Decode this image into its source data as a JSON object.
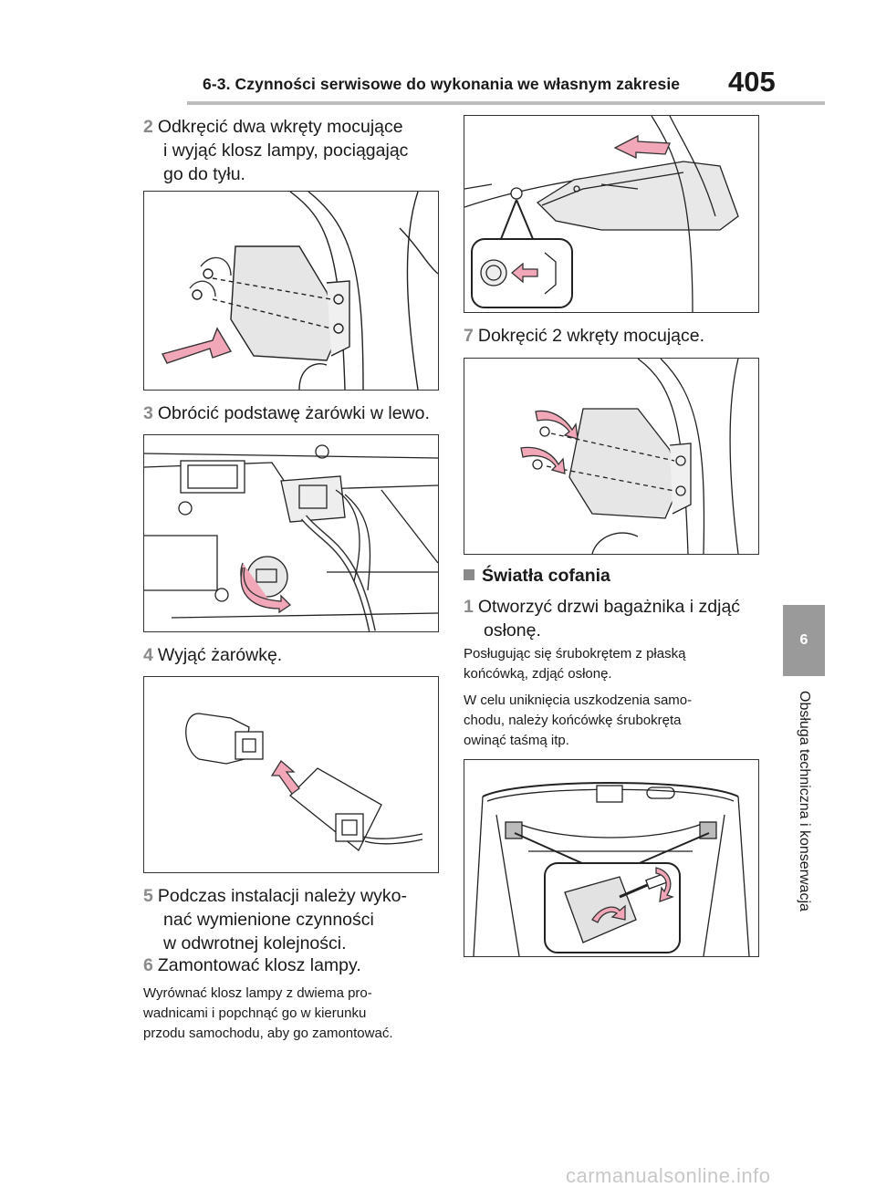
{
  "header": {
    "section_title": "6-3. Czynności serwisowe do wykonania we własnym zakresie",
    "page_number": "405"
  },
  "sidebar": {
    "chapter_number": "6",
    "chapter_title": "Obsługa techniczna i konserwacja"
  },
  "left_column": {
    "step2": {
      "num": "2",
      "line1": "Odkręcić dwa wkręty mocujące",
      "line2": "i wyjąć klosz lampy, pociągając",
      "line3": "go do tyłu."
    },
    "step3": {
      "num": "3",
      "text": "Obrócić podstawę żarówki w lewo."
    },
    "step4": {
      "num": "4",
      "text": "Wyjąć żarówkę."
    },
    "step5": {
      "num": "5",
      "line1": "Podczas instalacji należy wyko-",
      "line2": "nać wymienione czynności",
      "line3": "w odwrotnej kolejności."
    },
    "step6": {
      "num": "6",
      "text": "Zamontować klosz lampy."
    },
    "note6": {
      "line1": "Wyrównać klosz lampy z dwiema pro-",
      "line2": "wadnicami i popchnąć go w kierunku",
      "line3": "przodu samochodu, aby go zamontować."
    }
  },
  "right_column": {
    "step7": {
      "num": "7",
      "text": "Dokręcić 2 wkręty mocujące."
    },
    "section_heading": "Światła cofania",
    "step1": {
      "num": "1",
      "line1": "Otworzyć drzwi bagażnika i zdjąć",
      "line2": "osłonę."
    },
    "note1": {
      "line1": "Posługując się śrubokrętem z płaską",
      "line2": "końcówką, zdjąć osłonę."
    },
    "note2": {
      "line1": "W celu uniknięcia uszkodzenia samo-",
      "line2": "chodu, należy końcówkę śrubokręta",
      "line3": "owinąć taśmą itp."
    }
  },
  "colors": {
    "arrow_pink": "#f2a7b8",
    "tab_gray": "#9a9a9a",
    "step_num_gray": "#8a8a8a"
  },
  "watermark": "carmanualsonline.info"
}
